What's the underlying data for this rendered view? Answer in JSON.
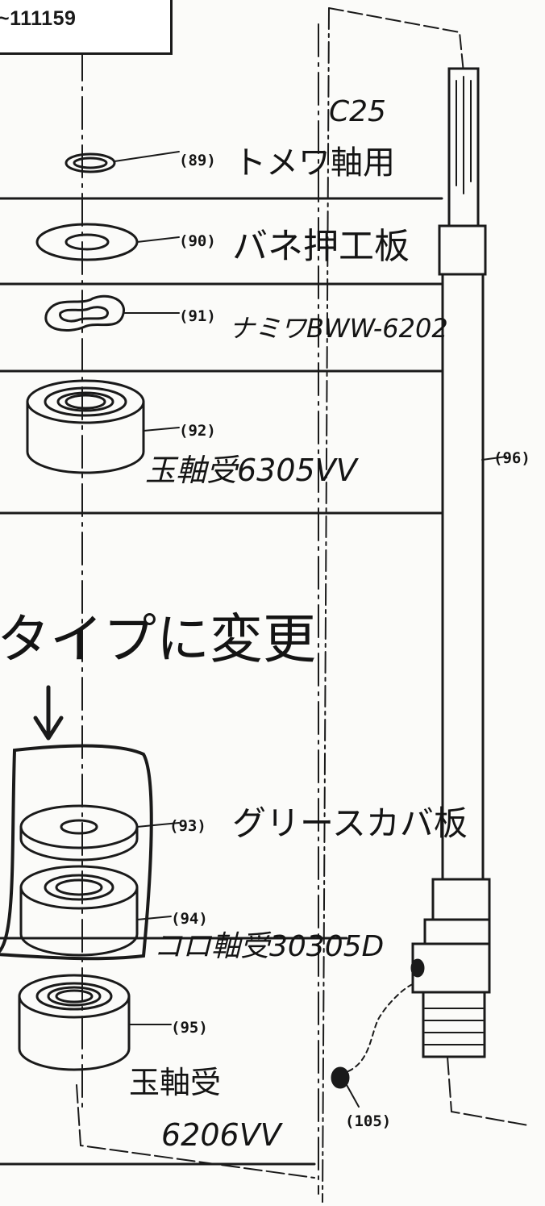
{
  "serial_label": "~111159",
  "annotation_c25": "C25",
  "change_note": "行タイプに変更",
  "parts": [
    {
      "number": "(89)",
      "name": "トメワ軸用"
    },
    {
      "number": "(90)",
      "name": "バネ押工板"
    },
    {
      "number": "(91)",
      "name": "ナミワBWW-6202"
    },
    {
      "number": "(92)",
      "name": "玉軸受6305VV"
    },
    {
      "number": "(93)",
      "name": "グリースカバ板"
    },
    {
      "number": "(94)",
      "name": "コロ軸受30305D"
    },
    {
      "number": "(95)",
      "name": "玉軸受",
      "name2": "6206VV"
    },
    {
      "number": "(96)",
      "name": ""
    },
    {
      "number": "(105)",
      "name": ""
    }
  ]
}
